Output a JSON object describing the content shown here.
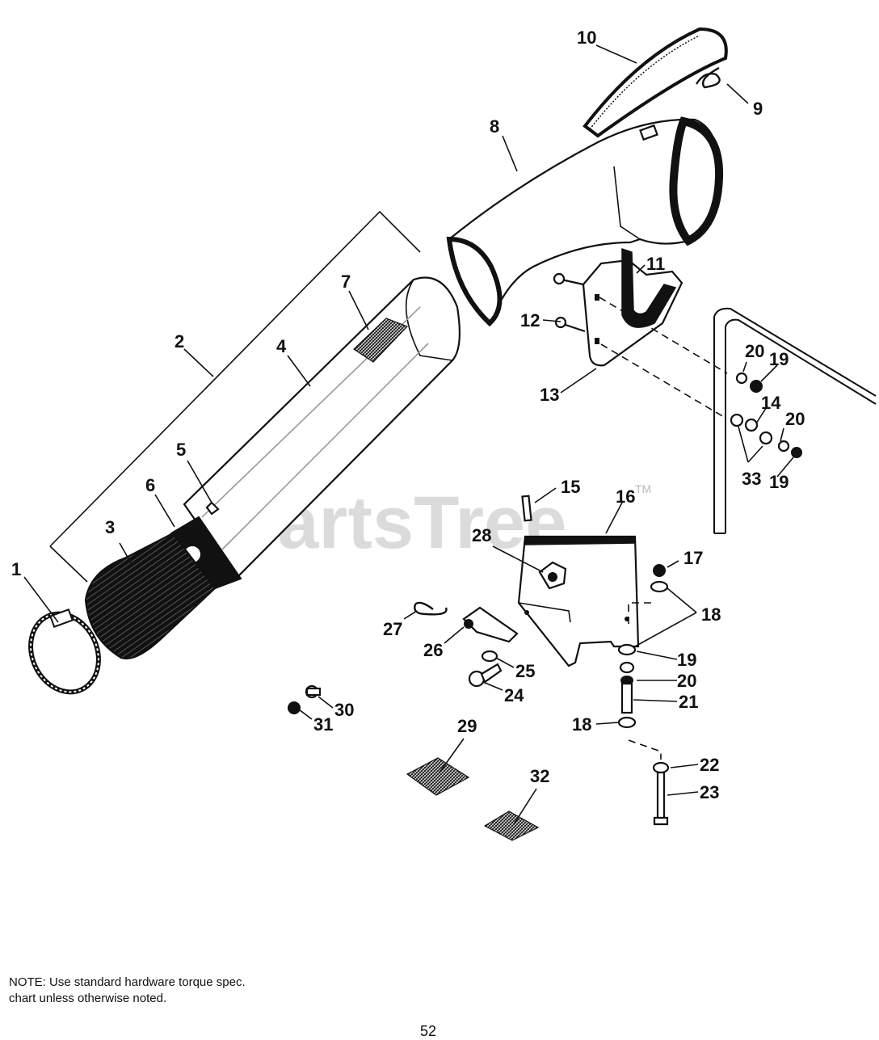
{
  "watermark": {
    "text": "PartsTree",
    "mark": "TM"
  },
  "note": "NOTE: Use standard hardware torque spec. chart unless otherwise noted.",
  "page_number": "52",
  "callouts": {
    "c1": "1",
    "c2": "2",
    "c3": "3",
    "c4": "4",
    "c5": "5",
    "c6": "6",
    "c7": "7",
    "c8": "8",
    "c9": "9",
    "c10": "10",
    "c11": "11",
    "c12": "12",
    "c13": "13",
    "c14": "14",
    "c15": "15",
    "c16": "16",
    "c17": "17",
    "c18a": "18",
    "c18b": "18",
    "c19a": "19",
    "c19b": "19",
    "c19c": "19",
    "c20a": "20",
    "c20b": "20",
    "c20c": "20",
    "c21": "21",
    "c22": "22",
    "c23": "23",
    "c24": "24",
    "c25": "25",
    "c26": "26",
    "c27": "27",
    "c28": "28",
    "c29": "29",
    "c30": "30",
    "c31": "31",
    "c32": "32",
    "c33": "33"
  }
}
